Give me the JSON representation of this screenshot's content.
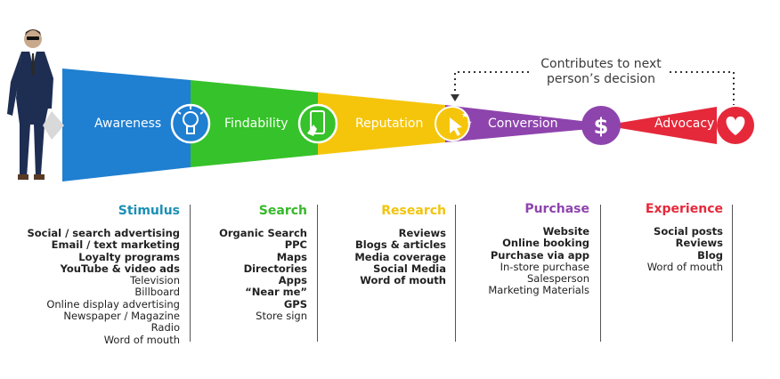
{
  "stages": [
    {
      "label": "Awareness",
      "color": "#1f7fd1",
      "icon": "lightbulb-icon"
    },
    {
      "label": "Findability",
      "color": "#36c22a",
      "icon": "smartphone-tap-icon"
    },
    {
      "label": "Reputation",
      "color": "#f5c50c",
      "icon": "click-stars-icon"
    },
    {
      "label": "Conversion",
      "color": "#8e44ad",
      "icon": "dollar-icon"
    },
    {
      "label": "Advocacy",
      "color": "#e5293a",
      "icon": "heart-icon"
    }
  ],
  "note": {
    "line1": "Contributes to next",
    "line2": "person’s decision"
  },
  "columns": [
    {
      "heading": "Stimulus",
      "color": "#1a8fb5",
      "items": [
        {
          "text": "Social / search advertising",
          "bold": true
        },
        {
          "text": "Email / text marketing",
          "bold": true
        },
        {
          "text": "Loyalty programs",
          "bold": true
        },
        {
          "text": "YouTube & video ads",
          "bold": true
        },
        {
          "text": "Television",
          "bold": false
        },
        {
          "text": "Billboard",
          "bold": false
        },
        {
          "text": "Online display advertising",
          "bold": false
        },
        {
          "text": "Newspaper / Magazine",
          "bold": false
        },
        {
          "text": "Radio",
          "bold": false
        },
        {
          "text": "Word of mouth",
          "bold": false
        }
      ]
    },
    {
      "heading": "Search",
      "color": "#36b82a",
      "items": [
        {
          "text": "Organic Search",
          "bold": true
        },
        {
          "text": "PPC",
          "bold": true
        },
        {
          "text": "Maps",
          "bold": true
        },
        {
          "text": "Directories",
          "bold": true
        },
        {
          "text": "Apps",
          "bold": true
        },
        {
          "text": "“Near me”",
          "bold": true
        },
        {
          "text": "GPS",
          "bold": true
        },
        {
          "text": "Store sign",
          "bold": false
        }
      ]
    },
    {
      "heading": "Research",
      "color": "#f2c40c",
      "items": [
        {
          "text": "Reviews",
          "bold": true
        },
        {
          "text": "Blogs & articles",
          "bold": true
        },
        {
          "text": "Media coverage",
          "bold": true
        },
        {
          "text": "Social Media",
          "bold": true
        },
        {
          "text": "Word of mouth",
          "bold": true
        }
      ]
    },
    {
      "heading": "Purchase",
      "color": "#8e44ad",
      "items": [
        {
          "text": "Website",
          "bold": true
        },
        {
          "text": "Online booking",
          "bold": true
        },
        {
          "text": "Purchase via app",
          "bold": true
        },
        {
          "text": "In-store purchase",
          "bold": false
        },
        {
          "text": "Salesperson",
          "bold": false
        },
        {
          "text": "Marketing Materials",
          "bold": false
        }
      ]
    },
    {
      "heading": "Experience",
      "color": "#e5293a",
      "items": [
        {
          "text": "Social posts",
          "bold": true
        },
        {
          "text": "Reviews",
          "bold": true
        },
        {
          "text": "Blog",
          "bold": true
        },
        {
          "text": "Word of mouth",
          "bold": false
        }
      ]
    }
  ]
}
